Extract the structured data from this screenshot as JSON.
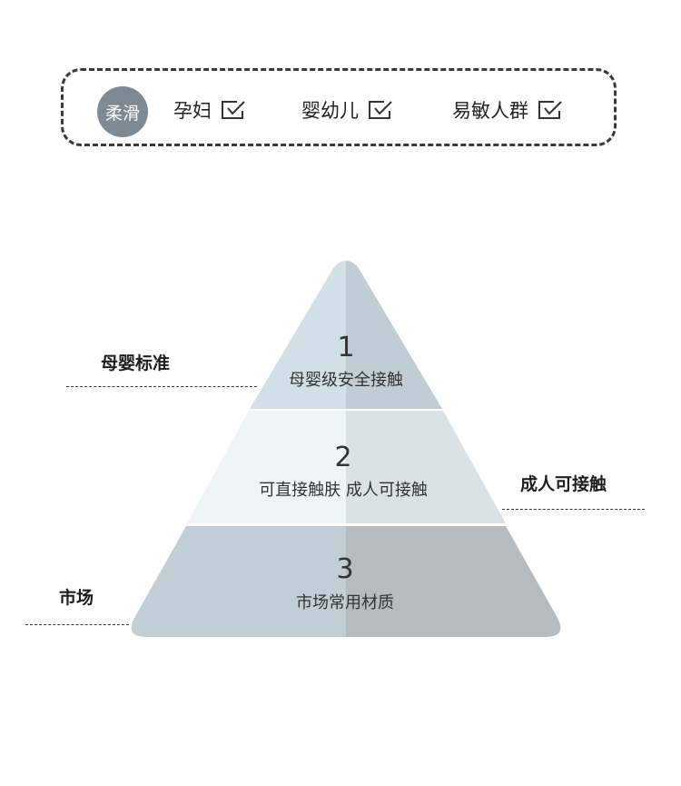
{
  "header": {
    "badge": "柔滑",
    "options": [
      {
        "label": "孕妇",
        "icon": "checkbox-checked-icon"
      },
      {
        "label": "婴幼儿",
        "icon": "checkbox-checked-icon"
      },
      {
        "label": "易敏人群",
        "icon": "checkbox-checked-icon"
      }
    ]
  },
  "pyramid": {
    "tiers": [
      {
        "number": "1",
        "text": "母婴级安全接触",
        "colors": [
          "#d1e0e7",
          "#c0cdd4"
        ]
      },
      {
        "number": "2",
        "text": "可直接触肤 成人可接触",
        "colors": [
          "#eef5f6",
          "#d9e3e7"
        ]
      },
      {
        "number": "3",
        "text": "市场常用材质",
        "colors": [
          "#c2ced5",
          "#b4bcbf"
        ]
      }
    ],
    "side_labels": [
      "母婴标准",
      "成人可接触",
      "市场"
    ]
  }
}
